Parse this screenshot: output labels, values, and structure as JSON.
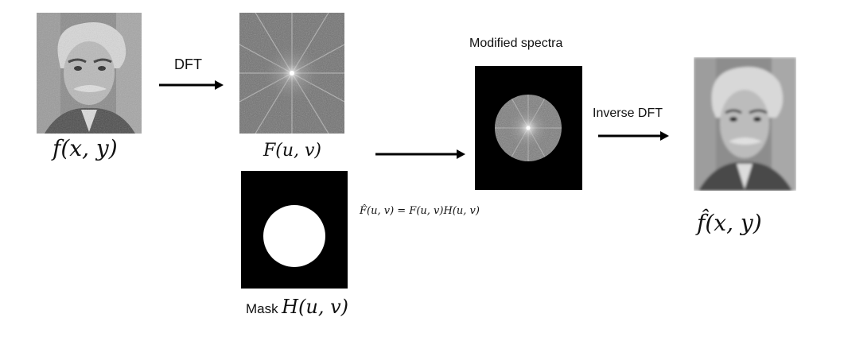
{
  "labels": {
    "input_image": "f(x, y)",
    "dft_arrow": "DFT",
    "spectrum": "F(u, v)",
    "mask_prefix": "Mask",
    "mask_math": "H(u, v)",
    "equation": "F̂(u, v) = F(u, v)H(u, v)",
    "modified_title": "Modified spectra",
    "inverse_arrow": "Inverse DFT",
    "output_image": "f̂(x, y)"
  },
  "icons": {
    "input_photo": "grayscale-portrait-photo",
    "spectrum_image": "fourier-magnitude-spectrum",
    "mask_image": "circular-low-pass-mask",
    "modified_image": "masked-spectrum",
    "output_photo": "blurred-grayscale-portrait-photo",
    "arrows": "right-arrow"
  },
  "colors": {
    "arrow": "#000000",
    "mask_background": "#000000",
    "mask_circle": "#ffffff"
  }
}
